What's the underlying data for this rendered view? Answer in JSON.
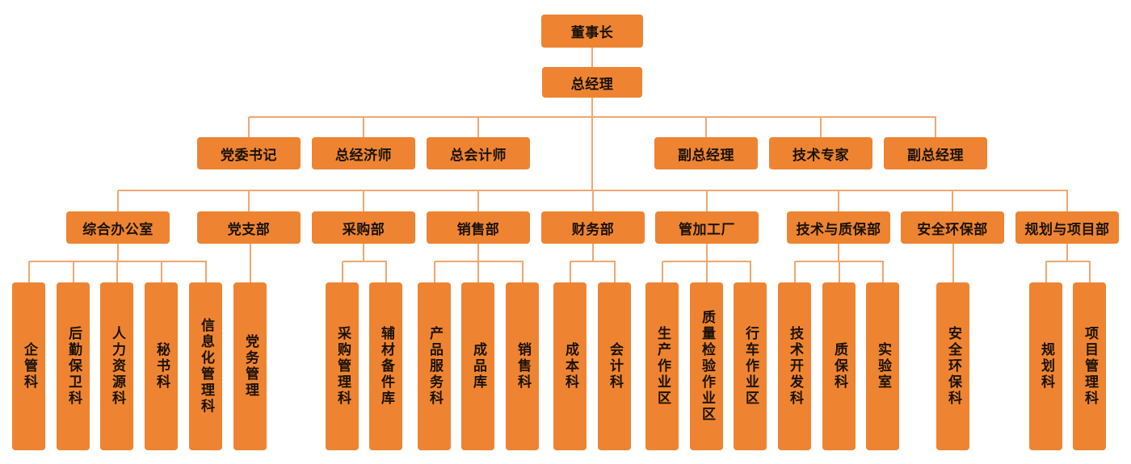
{
  "title": "组织架构图",
  "colors": {
    "box": "#ee8431",
    "line": "#f0a771",
    "text": "#1a1209"
  },
  "chairman": "董事长",
  "general_manager": "总经理",
  "executives": [
    "党委书记",
    "总经济师",
    "总会计师",
    "副总经理",
    "技术专家",
    "副总经理"
  ],
  "departments": [
    {
      "name": "综合办公室",
      "units": [
        "企管科",
        "后勤保卫科",
        "人力资源科",
        "秘书科",
        "信息化管理科"
      ]
    },
    {
      "name": "党支部",
      "units": [
        "党务管理"
      ]
    },
    {
      "name": "采购部",
      "units": [
        "采购管理科",
        "辅材备件库"
      ]
    },
    {
      "name": "销售部",
      "units": [
        "产品服务科",
        "成品库",
        "销售科"
      ]
    },
    {
      "name": "财务部",
      "units": [
        "成本科",
        "会计科"
      ]
    },
    {
      "name": "管加工厂",
      "units": [
        "生产作业区",
        "质量检验作业区",
        "行车作业区"
      ]
    },
    {
      "name": "技术与质保部",
      "units": [
        "技术开发科",
        "质保科",
        "实验室"
      ]
    },
    {
      "name": "安全环保部",
      "units": [
        "安全环保科"
      ]
    },
    {
      "name": "规划与项目部",
      "units": [
        "规划科",
        "项目管理科"
      ]
    }
  ]
}
